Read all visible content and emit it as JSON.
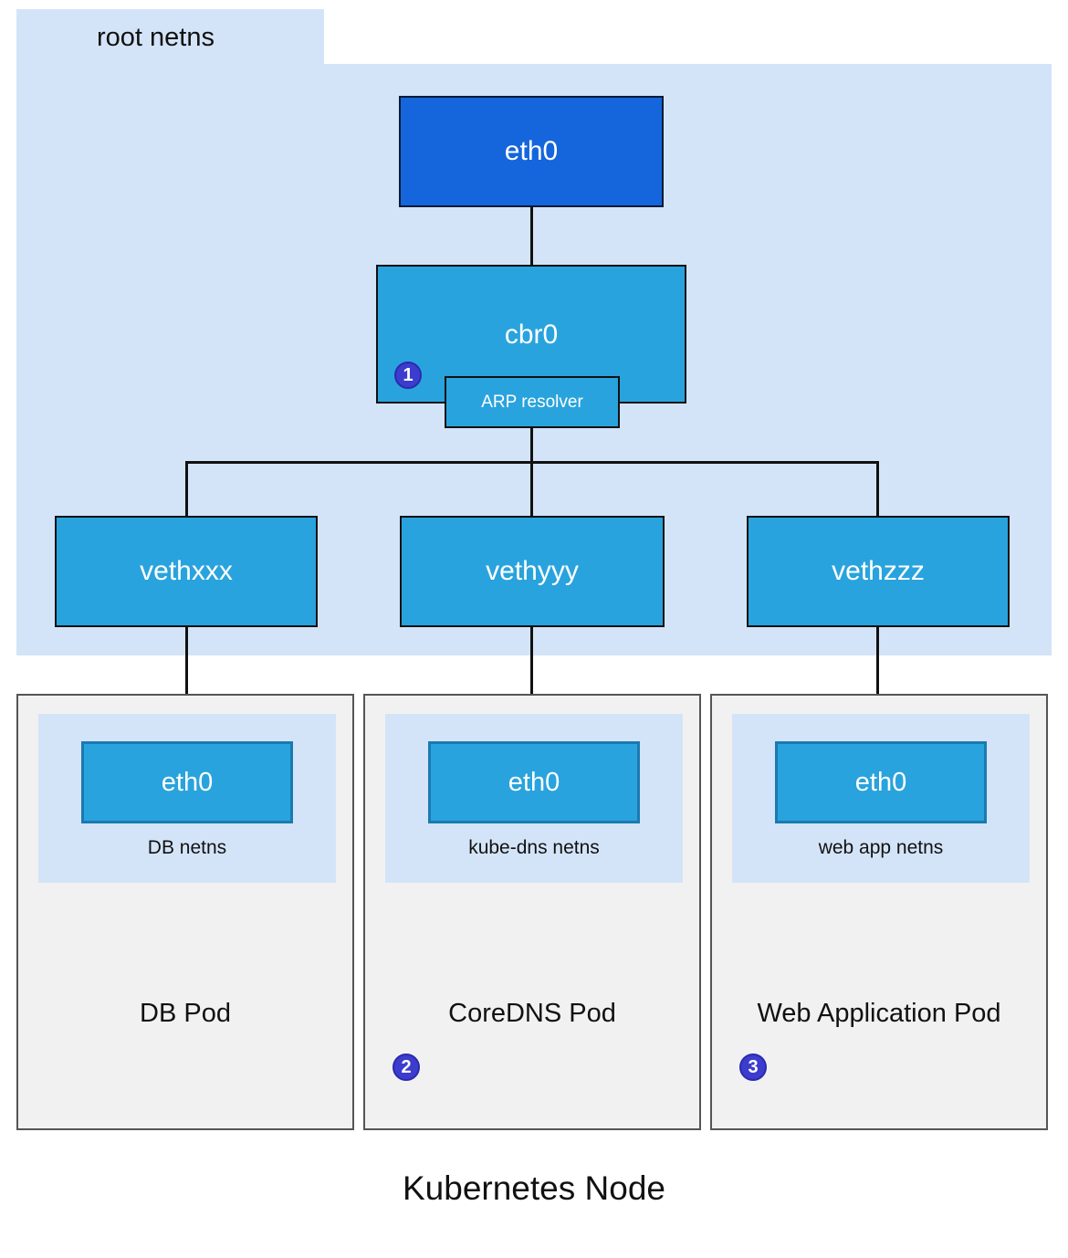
{
  "diagram": {
    "title": "Kubernetes Node",
    "root_netns": {
      "label": "root netns",
      "eth0": "eth0",
      "cbr0": "cbr0",
      "arp_resolver": "ARP resolver",
      "veth": [
        "vethxxx",
        "vethyyy",
        "vethzzz"
      ],
      "badge": "1"
    },
    "pods": [
      {
        "title": "DB Pod",
        "eth": "eth0",
        "netns": "DB netns"
      },
      {
        "title": "CoreDNS Pod",
        "eth": "eth0",
        "netns": "kube-dns netns",
        "badge": "2"
      },
      {
        "title": "Web Application Pod",
        "eth": "eth0",
        "netns": "web app netns",
        "badge": "3"
      }
    ],
    "colors": {
      "root_netns_bg": "#d4e4f8",
      "eth0_root_fill": "#1565dd",
      "bridge_fill": "#29a3dd",
      "pod_bg": "#f1f1f1",
      "badge_fill": "#3c3ccd",
      "line": "#111111"
    }
  }
}
